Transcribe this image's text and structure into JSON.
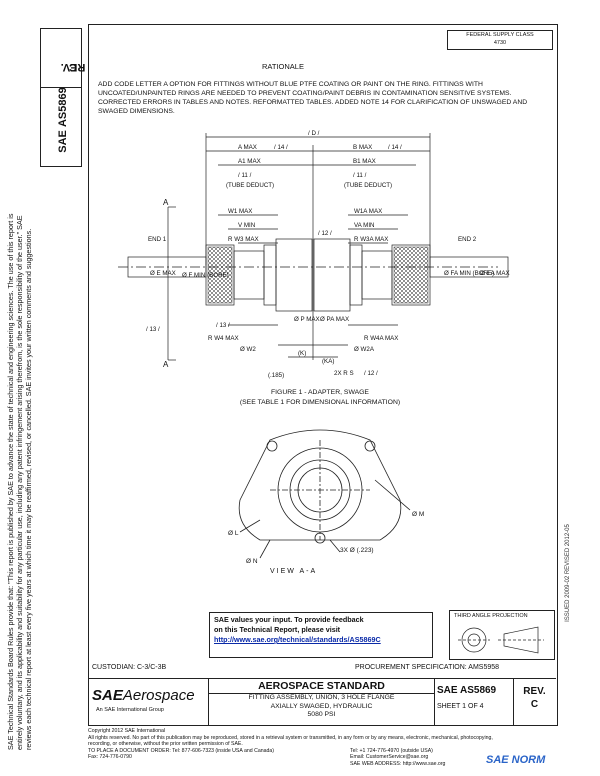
{
  "rev": {
    "label": "REV.",
    "value": "C"
  },
  "doc_number": "AS5869",
  "sae_prefix": "SAE",
  "top_stamp": [
    "FEDERAL SUPPLY CLASS",
    "4730"
  ],
  "rationale": {
    "title": "RATIONALE",
    "body": "ADD CODE LETTER A OPTION FOR FITTINGS WITHOUT BLUE PTFE COATING OR PAINT ON THE RING. FITTINGS WITH UNCOATED/UNPAINTED RINGS ARE NEEDED TO PREVENT COATING/PAINT DEBRIS IN CONTAMINATION SENSITIVE SYSTEMS. CORRECTED ERRORS IN TABLES AND NOTES. REFORMATTED TABLES. ADDED NOTE 14 FOR CLARIFICATION OF UNSWAGED AND SWAGED DIMENSIONS."
  },
  "side_note": "SAE Technical Standards Board Rules provide that: \"This report is published by SAE to advance the state of technical and engineering sciences. The use of this report is entirely voluntary, and its applicability and suitability for any particular use, including any patent infringement arising therefrom, is the sole responsibility of the user.\" SAE reviews each technical report at least every five years at which time it may be reaffirmed, revised, or cancelled. SAE invites your written comments and suggestions.",
  "drawing": {
    "dims": [
      "/ D /",
      "A MAX",
      "/ 14 /",
      "B MAX",
      "/ 14 /",
      "A1 MAX",
      "B1 MAX",
      "/ 11 /",
      "(TUBE DEDUCT)",
      "(TUBE DEDUCT)",
      "W1 MAX",
      "W1A MAX",
      "V MIN",
      "VA MIN",
      "R W3 MAX",
      "R W3A MAX",
      "/ 12 /",
      "END 1",
      "END 2",
      "Ø E MAX",
      "Ø F MIN (BORE)",
      "Ø FA MIN (BORE)",
      "Ø EA MAX",
      "/ 13 /",
      "/ 13 /",
      "Ø P MAX",
      "Ø PA MAX",
      "R W4 MAX",
      "R W4A MAX",
      "Ø W2",
      "Ø W2A",
      "(K)",
      "(KA)",
      "(.185)",
      "2X R S",
      "/ 12 /",
      "A",
      "A"
    ],
    "view_labels": [
      "Ø L",
      "Ø M",
      "Ø N",
      "3X Ø (.223)"
    ]
  },
  "figure": {
    "caption": "FIGURE 1 - ADAPTER, SWAGE",
    "subcaption": "(SEE TABLE 1 FOR DIMENSIONAL INFORMATION)"
  },
  "view": "VIEW A-A",
  "feedback": {
    "line1": "SAE values your input. To provide feedback",
    "line2": "on this Technical Report, please visit",
    "link": "http://www.sae.org/technical/standards/AS5869C"
  },
  "third_angle": "THIRD ANGLE PROJECTION",
  "custodian": "CUSTODIAN: C-3/C-3B",
  "procurement": "PROCUREMENT SPECIFICATION: AMS5958",
  "title_block": {
    "logo_sae": "SAE",
    "logo_aero": "Aerospace",
    "logo_sub": "An SAE International Group",
    "standard": "AEROSPACE STANDARD",
    "desc": [
      "FITTING ASSEMBLY, UNION, 3 HOLE FLANGE",
      "AXIALLY SWAGED, HYDRAULIC",
      "5080 PSI"
    ],
    "number": "AS5869",
    "sheet": "SHEET 1 OF 4",
    "rev_label": "REV.",
    "rev_value": "C"
  },
  "right_stamp": "ISSUED 2009-02   REVISED 2012-05",
  "footer": {
    "left": [
      "Copyright 2012 SAE International",
      "All rights reserved. No part of this publication may be reproduced, stored in a retrieval system or transmitted, in any form or by any means, electronic, mechanical, photocopying,",
      "recording, or otherwise, without the prior written permission of SAE.",
      "TO PLACE A DOCUMENT ORDER:   Tel: 877-606-7323 (inside USA and Canada)",
      "Fax: 724-776-0790"
    ],
    "right": [
      "Tel: +1 724-776-4970 (outside USA)",
      "Email: CustomerService@sae.org",
      "SAE WEB ADDRESS: http://www.sae.org"
    ]
  },
  "corner_logo": "SAE NORM"
}
